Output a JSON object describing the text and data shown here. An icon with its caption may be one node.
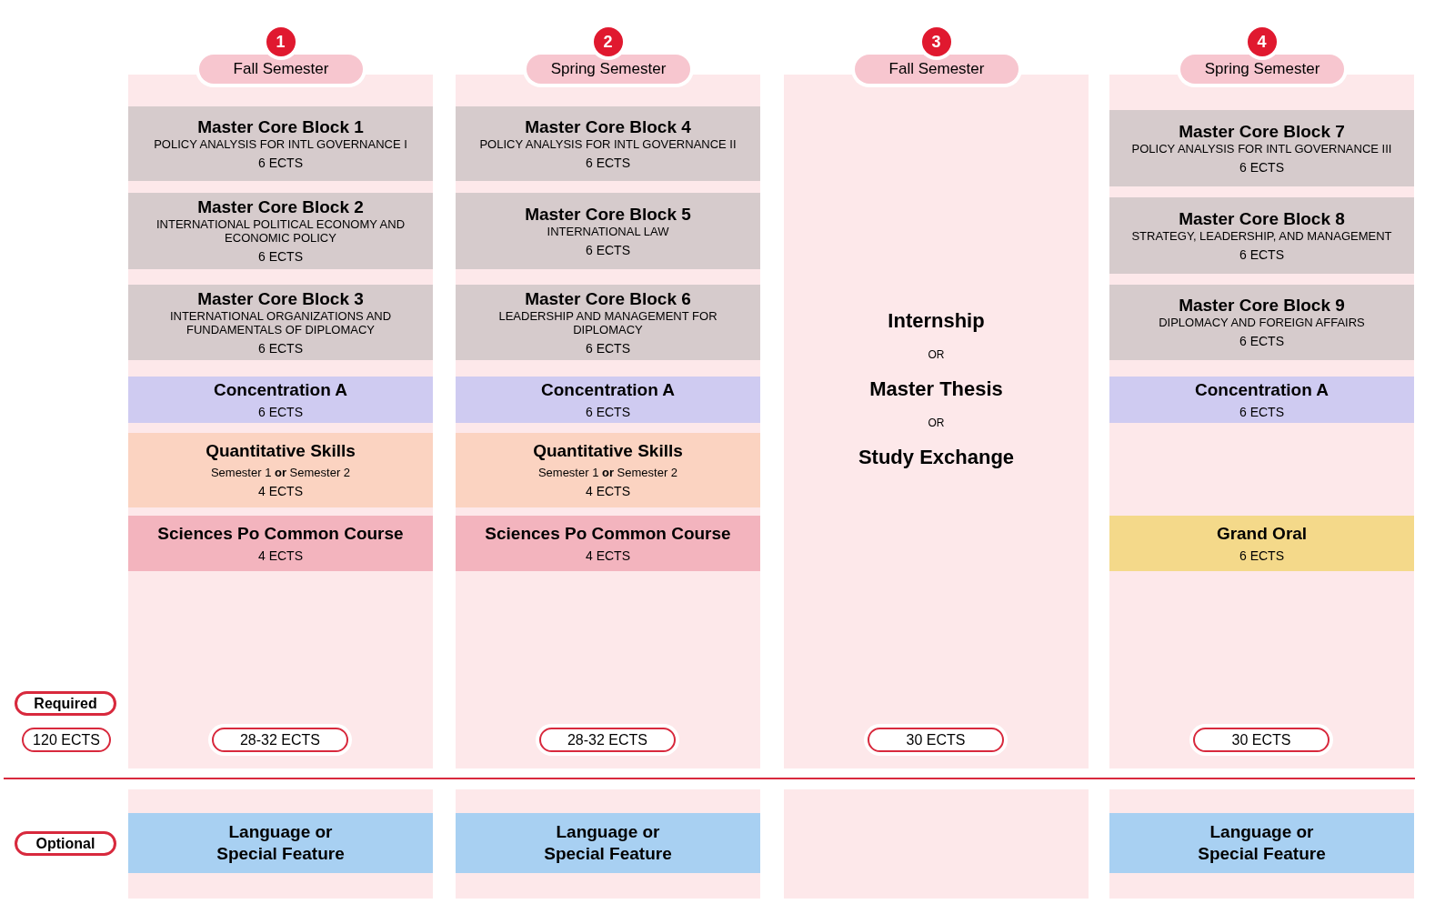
{
  "diagram": {
    "nodes": [
      {
        "text": [
          "1"
        ]
      },
      {
        "text": [
          "Fall Semester"
        ]
      },
      {
        "text": [],
        "shape": "box"
      },
      {
        "text": [
          "Master Core Block 1",
          "POLICY ANALYSIS FOR INTL GOVERNANCE I",
          "6 ECTS"
        ],
        "in": 2
      },
      {
        "text": [
          "Master Core Block 2",
          "INTERNATIONAL POLITICAL ECONOMY AND ECONOMIC POLICY",
          "6 ECTS"
        ],
        "in": 2
      },
      {
        "text": [
          "Master Core Block 3",
          "INTERNATIONAL ORGANIZATIONS AND FUNDAMENTALS OF DIPLOMACY",
          "6 ECTS"
        ],
        "in": 2
      },
      {
        "text": [
          "Concentration A",
          "6 ECTS"
        ],
        "in": 2
      },
      {
        "text": [
          "Quantitative Skills",
          "Semester 1 **or** Semester 2",
          "4 ECTS"
        ],
        "in": 2
      },
      {
        "text": [
          "Sciences Po Common Course",
          "4 ECTS"
        ],
        "in": 2
      },
      {
        "text": [
          "28-32 ECTS"
        ],
        "in": 2
      },
      {
        "text": [
          "2"
        ]
      },
      {
        "text": [
          "Spring Semester"
        ]
      },
      {
        "text": [],
        "shape": "box"
      },
      {
        "text": [
          "Master Core Block 4",
          "POLICY ANALYSIS FOR INTL GOVERNANCE II",
          "6 ECTS"
        ],
        "in": 12
      },
      {
        "text": [
          "Master Core Block 5",
          "INTERNATIONAL LAW",
          "6 ECTS"
        ],
        "in": 12
      },
      {
        "text": [
          "Master Core Block 6",
          "LEADERSHIP AND MANAGEMENT FOR DIPLOMACY",
          "6 ECTS"
        ],
        "in": 12
      },
      {
        "text": [
          "Concentration A",
          "6 ECTS"
        ],
        "in": 12
      },
      {
        "text": [
          "Quantitative Skills",
          "Semester 1 **or** Semester 2",
          "4 ECTS"
        ],
        "in": 12
      },
      {
        "text": [
          "Sciences Po Common Course",
          "4 ECTS"
        ],
        "in": 12
      },
      {
        "text": [
          "28-32 ECTS"
        ],
        "in": 12
      },
      {
        "text": [
          "3"
        ]
      },
      {
        "text": [
          "Fall Semester"
        ]
      },
      {
        "text": [
          "Internship",
          "OR",
          "Master Thesis",
          "OR",
          "Study Exchange"
        ]
      },
      {
        "text": [
          "30 ECTS"
        ],
        "in": 22
      },
      {
        "text": [
          "4"
        ]
      },
      {
        "text": [
          "Spring Semester"
        ]
      },
      {
        "text": [],
        "shape": "box"
      },
      {
        "text": [
          "Master Core Block 7",
          "POLICY ANALYSIS FOR INTL GOVERNANCE III",
          "6 ECTS"
        ],
        "in": 26
      },
      {
        "text": [
          "Master Core Block 8",
          "STRATEGY, LEADERSHIP, AND MANAGEMENT",
          "6 ECTS"
        ],
        "in": 26
      },
      {
        "text": [
          "Master Core Block 9",
          "DIPLOMACY AND FOREIGN AFFAIRS",
          "6 ECTS"
        ],
        "in": 26
      },
      {
        "text": [
          "Concentration A",
          "6 ECTS"
        ],
        "in": 26
      },
      {
        "text": [
          "Grand Oral",
          "6 ECTS"
        ],
        "in": 26
      },
      {
        "text": [
          "30 ECTS"
        ],
        "in": 26
      },
      {
        "text": [
          "Required"
        ]
      },
      {
        "text": [
          "120 ECTS"
        ]
      },
      {
        "text": [
          "Optional"
        ]
      },
      {
        "text": [],
        "shape": "box"
      },
      {
        "text": [
          "Language or Special Feature"
        ],
        "in": 36
      },
      {
        "text": [],
        "shape": "box"
      },
      {
        "text": [
          "Language or Special Feature"
        ],
        "in": 38
      },
      {
        "text": [],
        "shape": "box"
      },
      {
        "text": [],
        "shape": "box"
      },
      {
        "text": [
          "Language or Special Feature"
        ],
        "in": 41
      }
    ]
  }
}
